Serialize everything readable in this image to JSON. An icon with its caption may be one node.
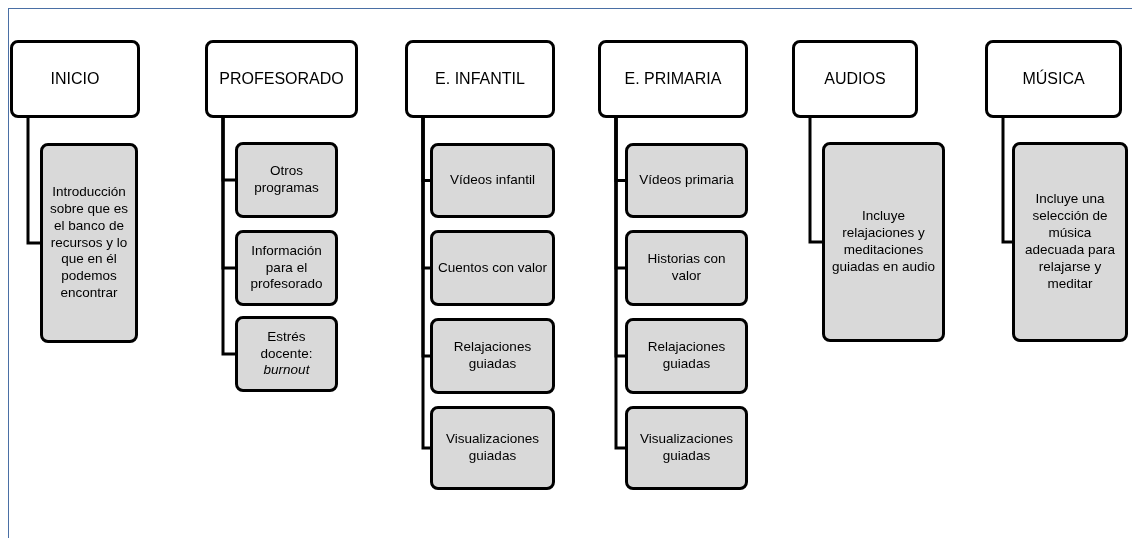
{
  "diagram": {
    "nodes": [
      {
        "text": [
          "INICIO"
        ]
      },
      {
        "text": [
          "Introducción sobre que es el banco de recursos y lo que en él podemos encontrar"
        ]
      },
      {
        "text": [
          "PROFESORADO"
        ]
      },
      {
        "text": [
          "Otros programas"
        ]
      },
      {
        "text": [
          "Información para el profesorado"
        ]
      },
      {
        "text": [
          "Estrés docente: *burnout*"
        ]
      },
      {
        "text": [
          "E. INFANTIL"
        ]
      },
      {
        "text": [
          "Vídeos infantil"
        ]
      },
      {
        "text": [
          "Cuentos con valor"
        ]
      },
      {
        "text": [
          "Relajaciones guiadas"
        ]
      },
      {
        "text": [
          "Visualizaciones guiadas"
        ]
      },
      {
        "text": [
          "E. PRIMARIA"
        ]
      },
      {
        "text": [
          "Vídeos primaria"
        ]
      },
      {
        "text": [
          "Historias con valor"
        ]
      },
      {
        "text": [
          "Relajaciones guiadas"
        ]
      },
      {
        "text": [
          "Visualizaciones guiadas"
        ]
      },
      {
        "text": [
          "AUDIOS"
        ]
      },
      {
        "text": [
          "Incluye relajaciones y meditaciones guiadas en audio"
        ]
      },
      {
        "text": [
          "MÚSICA"
        ]
      },
      {
        "text": [
          "Incluye una selección de música adecuada para relajarse y meditar"
        ]
      }
    ],
    "edges": [
      {
        "from": 0,
        "to": 1,
        "arrow": "none"
      },
      {
        "from": 2,
        "to": 3,
        "arrow": "none"
      },
      {
        "from": 2,
        "to": 4,
        "arrow": "none"
      },
      {
        "from": 2,
        "to": 5,
        "arrow": "none"
      },
      {
        "from": 6,
        "to": 7,
        "arrow": "none"
      },
      {
        "from": 6,
        "to": 8,
        "arrow": "none"
      },
      {
        "from": 6,
        "to": 9,
        "arrow": "none"
      },
      {
        "from": 6,
        "to": 10,
        "arrow": "none"
      },
      {
        "from": 11,
        "to": 12,
        "arrow": "none"
      },
      {
        "from": 11,
        "to": 13,
        "arrow": "none"
      },
      {
        "from": 11,
        "to": 14,
        "arrow": "none"
      },
      {
        "from": 11,
        "to": 15,
        "arrow": "none"
      },
      {
        "from": 16,
        "to": 17,
        "arrow": "none"
      },
      {
        "from": 18,
        "to": 19,
        "arrow": "none"
      }
    ]
  }
}
